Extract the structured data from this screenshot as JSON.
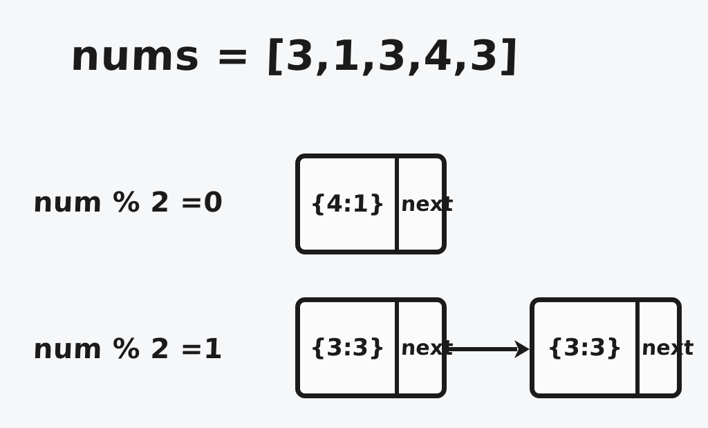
{
  "diagram": {
    "title": "nums = [3,1,3,4,3]",
    "background_color": "#f6f7f9",
    "stroke_color": "#1b1b1b",
    "node_fill_color": "#fbfbfc",
    "rows": [
      {
        "label": "num % 2 =0",
        "nodes": [
          {
            "value": "{4:1}",
            "next_label": "next"
          }
        ],
        "arrows": 0
      },
      {
        "label": "num % 2 =1",
        "nodes": [
          {
            "value": "{3:3}",
            "next_label": "next"
          },
          {
            "value": "{3:3}",
            "next_label": "next"
          }
        ],
        "arrows": 1
      }
    ]
  },
  "chart_data": {
    "type": "diagram",
    "title": "nums = [3,1,3,4,3]",
    "description": "Two linked-list buckets built from nums partitioned by num % 2",
    "input_array": [
      3,
      1,
      3,
      4,
      3
    ],
    "buckets": [
      {
        "condition": "num % 2 =0",
        "nodes": [
          {
            "key": 4,
            "count": 1,
            "text": "{4:1}",
            "pointer": "next"
          }
        ],
        "links": []
      },
      {
        "condition": "num % 2 =1",
        "nodes": [
          {
            "key": 3,
            "count": 3,
            "text": "{3:3}",
            "pointer": "next"
          },
          {
            "key": 3,
            "count": 3,
            "text": "{3:3}",
            "pointer": "next"
          }
        ],
        "links": [
          {
            "from": 0,
            "to": 1,
            "style": "solid-arrow"
          }
        ]
      }
    ]
  }
}
